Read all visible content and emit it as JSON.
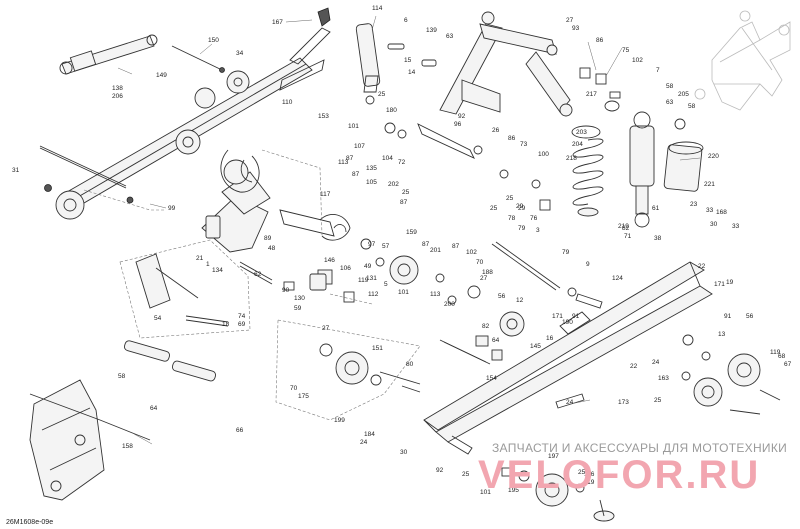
{
  "diagram_code": "26M1608e-09e",
  "watermark": {
    "caption": "ЗАПЧАСТИ И АКСЕССУАРЫ ДЛЯ МОТОТЕХНИКИ",
    "brand": "VELOFOR.RU"
  },
  "colors": {
    "line": "#333333",
    "watermark_brand": "#f2a6b0",
    "watermark_caption": "#9a9a9a"
  },
  "callouts": [
    "167",
    "114",
    "6",
    "139",
    "63",
    "27",
    "93",
    "150",
    "34",
    "149",
    "14",
    "15",
    "25",
    "86",
    "75",
    "102",
    "7",
    "138",
    "206",
    "110",
    "180",
    "153",
    "101",
    "217",
    "58",
    "205",
    "63",
    "58",
    "107",
    "87",
    "104",
    "135",
    "72",
    "92",
    "96",
    "26",
    "86",
    "73",
    "100",
    "31",
    "99",
    "113",
    "87",
    "105",
    "202",
    "25",
    "29",
    "25",
    "87",
    "117",
    "218",
    "203",
    "204",
    "220",
    "221",
    "23",
    "33",
    "168",
    "82",
    "71",
    "61",
    "33",
    "30",
    "38",
    "22",
    "25",
    "29",
    "78",
    "76",
    "79",
    "3",
    "219",
    "89",
    "48",
    "146",
    "106",
    "97",
    "57",
    "159",
    "87",
    "201",
    "87",
    "102",
    "70",
    "188",
    "21",
    "1",
    "134",
    "62",
    "90",
    "130",
    "59",
    "49",
    "131",
    "5",
    "112",
    "101",
    "119",
    "113",
    "200",
    "27",
    "79",
    "9",
    "124",
    "19",
    "54",
    "18",
    "74",
    "69",
    "27",
    "151",
    "80",
    "82",
    "64",
    "56",
    "12",
    "171",
    "190",
    "91",
    "145",
    "16",
    "154",
    "171",
    "56",
    "91",
    "13",
    "119",
    "68",
    "67",
    "58",
    "64",
    "70",
    "175",
    "199",
    "66",
    "184",
    "24",
    "24",
    "22",
    "25",
    "24",
    "163",
    "173",
    "158",
    "30",
    "92",
    "25",
    "101",
    "195",
    "197",
    "25",
    "116",
    "119"
  ]
}
